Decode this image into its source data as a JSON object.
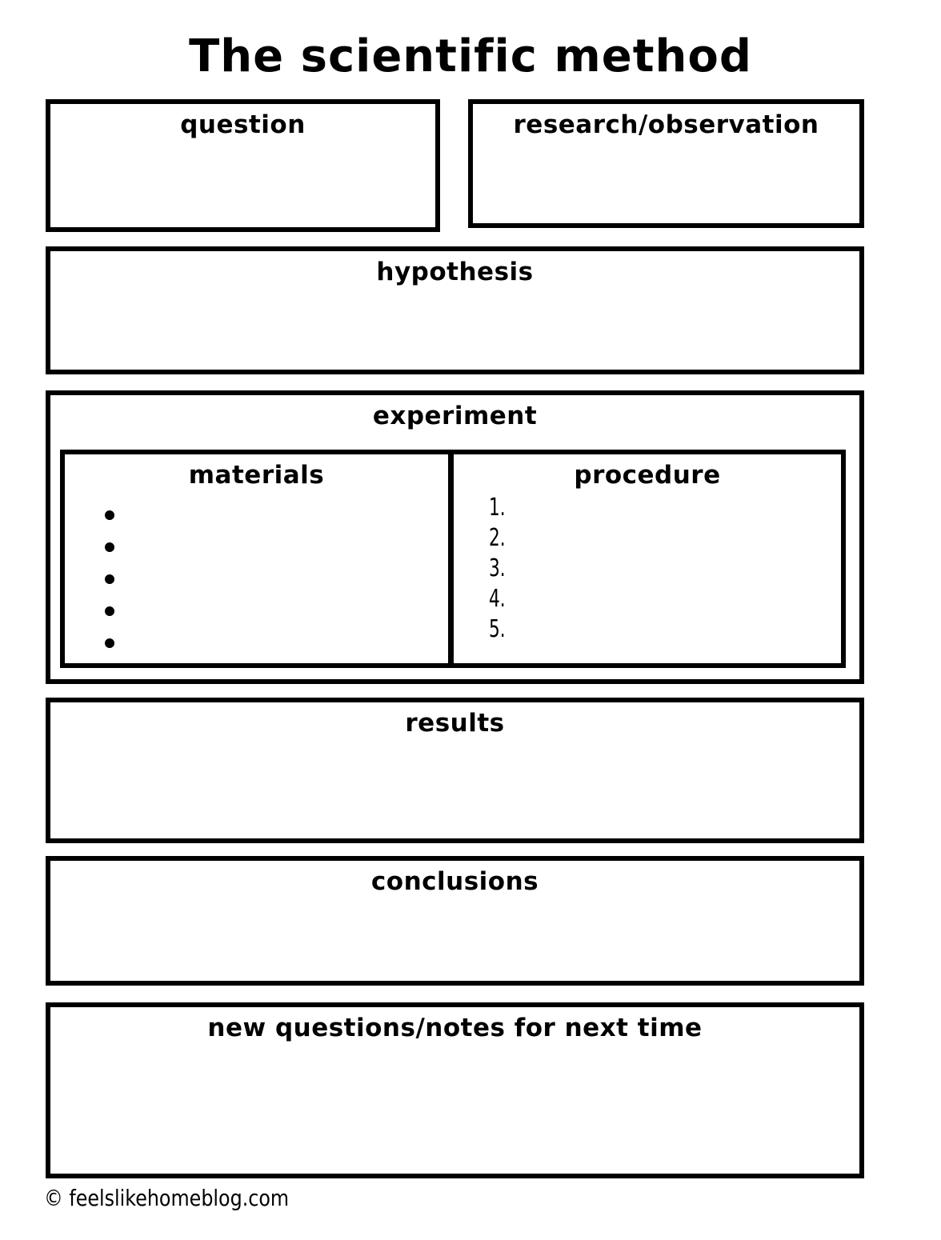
{
  "page": {
    "title": "The scientific method",
    "footer": "© feelslikehomeblog.com",
    "colors": {
      "background": "#ffffff",
      "border": "#000000",
      "text": "#000000"
    }
  },
  "sections": {
    "question": {
      "label": "question"
    },
    "research": {
      "label": "research/observation"
    },
    "hypothesis": {
      "label": "hypothesis"
    },
    "experiment": {
      "label": "experiment",
      "materials": {
        "label": "materials",
        "bullet_icon": "bullet-dot",
        "bullet_count": 5
      },
      "procedure": {
        "label": "procedure",
        "items": [
          "1.",
          "2.",
          "3.",
          "4.",
          "5."
        ]
      }
    },
    "results": {
      "label": "results"
    },
    "conclusions": {
      "label": "conclusions"
    },
    "new_questions": {
      "label": "new questions/notes for next time"
    }
  }
}
